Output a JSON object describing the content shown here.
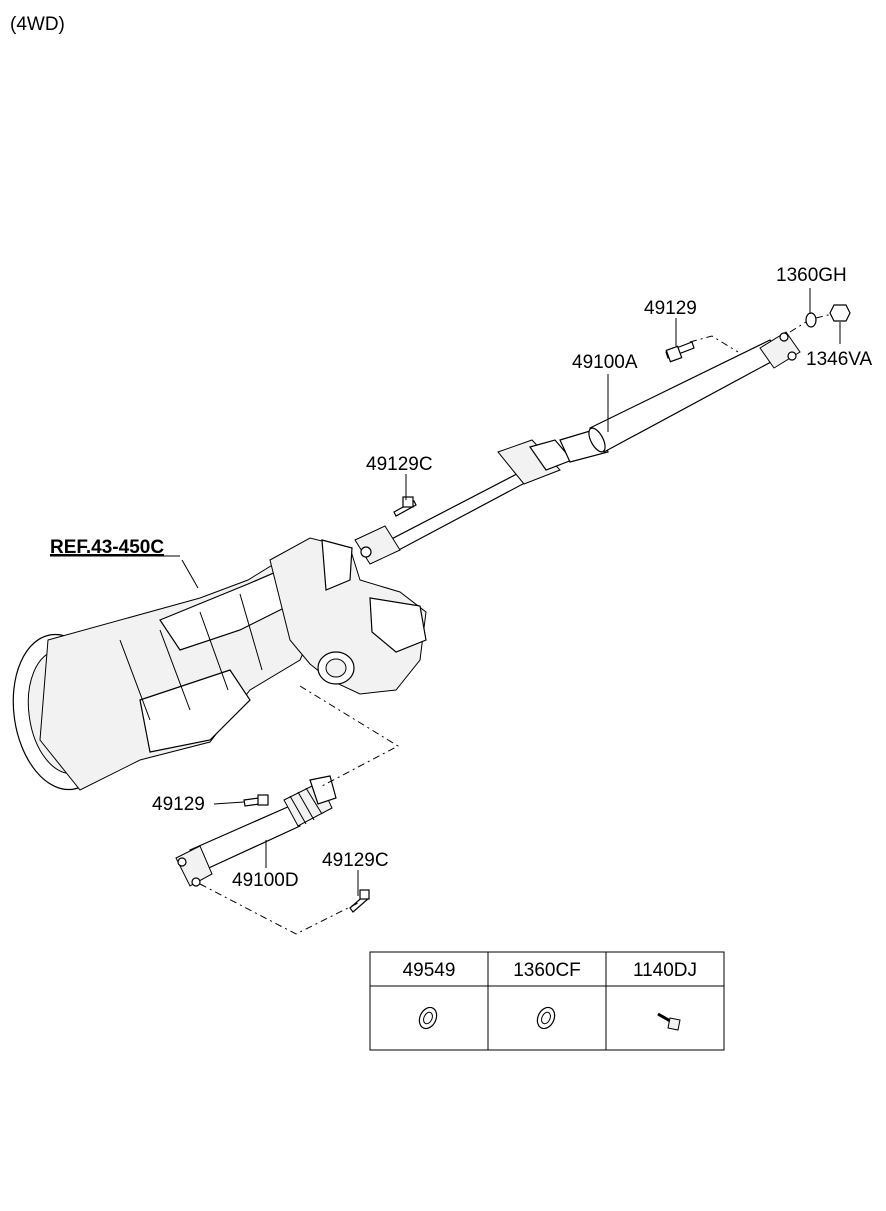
{
  "header": {
    "variant": "(4WD)"
  },
  "ref_label": "REF.43-450C",
  "callouts": {
    "c_1360GH": "1360GH",
    "c_49129_top": "49129",
    "c_1346VA": "1346VA",
    "c_49100A": "49100A",
    "c_49129C_top": "49129C",
    "c_49129_bottom": "49129",
    "c_49100D": "49100D",
    "c_49129C_bottom": "49129C"
  },
  "parts_table": {
    "columns": [
      "49549",
      "1360CF",
      "1140DJ"
    ]
  }
}
